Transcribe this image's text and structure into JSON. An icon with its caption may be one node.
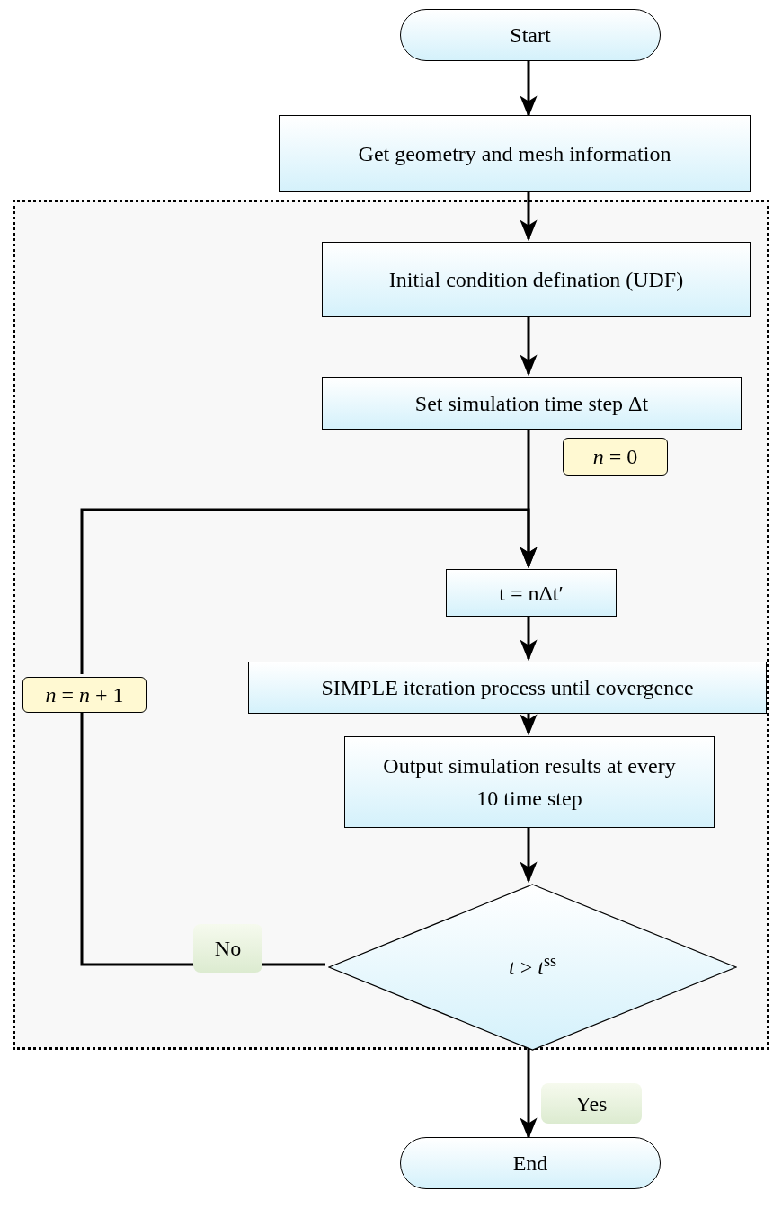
{
  "diagram": {
    "nodes": [
      {
        "text": [
          "Start"
        ]
      },
      {
        "text": [
          "Get geometry and mesh information"
        ]
      },
      {
        "text": [],
        "shape": "box"
      },
      {
        "text": [
          "Initial condition defination (UDF)"
        ],
        "in": 2
      },
      {
        "text": [
          "Set simulation time step Δt"
        ],
        "in": 2
      },
      {
        "text": [
          "*n* = 0"
        ],
        "in": 2
      },
      {
        "text": [
          "t = nΔt′"
        ],
        "in": 2
      },
      {
        "text": [
          "SIMPLE iteration process until covergence"
        ],
        "in": 2
      },
      {
        "text": [
          "Output simulation results at every 10 time step"
        ],
        "in": 2
      },
      {
        "text": [
          "*t* > *t*$^{ss}$"
        ],
        "in": 2
      },
      {
        "text": [
          "*n* = *n* + 1"
        ],
        "in": 2
      },
      {
        "text": [
          "End"
        ]
      }
    ],
    "edges": [
      {
        "from": 0,
        "to": 1,
        "arrow": "to"
      },
      {
        "from": 1,
        "to": 3,
        "arrow": "to"
      },
      {
        "from": 3,
        "to": 4,
        "arrow": "to"
      },
      {
        "from": 4,
        "to": 6,
        "arrow": "to"
      },
      {
        "from": 6,
        "to": 7,
        "arrow": "to"
      },
      {
        "from": 7,
        "to": 8,
        "arrow": "to"
      },
      {
        "from": 8,
        "to": 9,
        "arrow": "to"
      },
      {
        "from": 9,
        "to": 10,
        "label": "No",
        "arrow": "none"
      },
      {
        "from": 10,
        "to": 6,
        "arrow": "to"
      },
      {
        "from": 9,
        "to": 11,
        "label": "Yes",
        "arrow": "to"
      }
    ]
  }
}
